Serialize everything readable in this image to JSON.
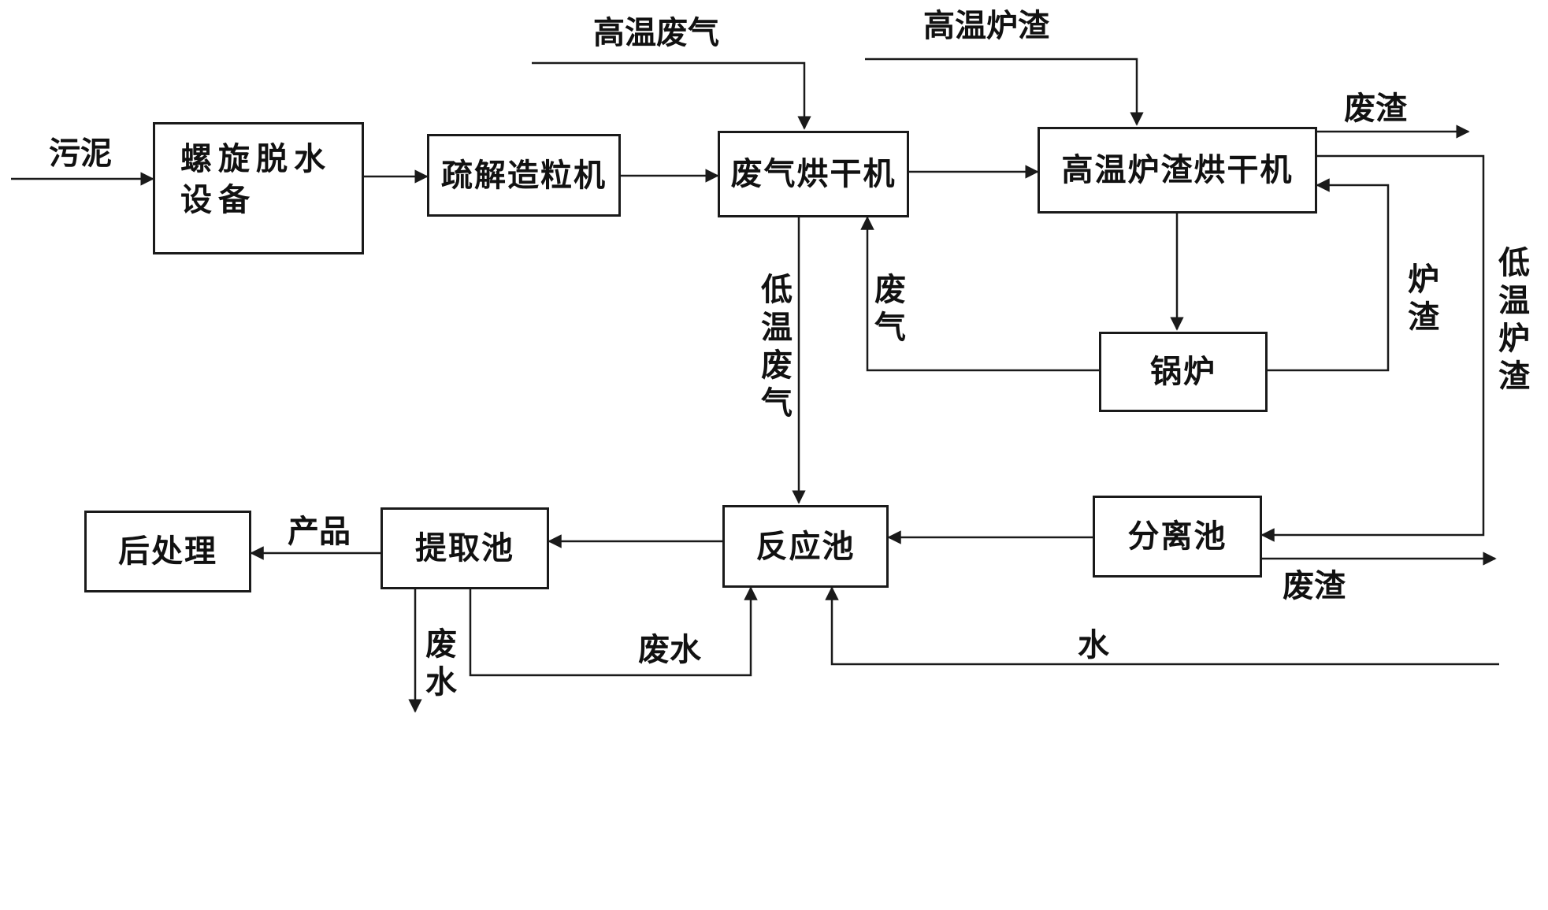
{
  "nodes": {
    "screw_dewater": "螺旋脱水设备",
    "granulator": "疏解造粒机",
    "gas_dryer": "废气烘干机",
    "slag_dryer": "高温炉渣烘干机",
    "boiler": "锅炉",
    "separation_tank": "分离池",
    "reaction_tank": "反应池",
    "extraction_tank": "提取池",
    "post_treatment": "后处理"
  },
  "edges": {
    "sludge": "污泥",
    "hot_exhaust_gas": "高温废气",
    "hot_slag": "高温炉渣",
    "waste_slag_top": "废渣",
    "low_temp_slag": "低温炉渣",
    "low_temp_gas": "低温废气",
    "exhaust_gas": "废气",
    "slag": "炉渣",
    "waste_slag_bottom": "废渣",
    "water": "水",
    "wastewater_loop": "废水",
    "wastewater_out": "废水",
    "product": "产品"
  }
}
